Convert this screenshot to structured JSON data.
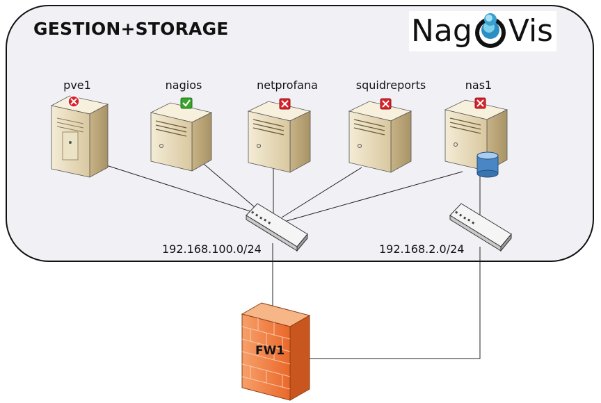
{
  "zone": {
    "title": "GESTION+STORAGE"
  },
  "logo": {
    "text_left": "Nag",
    "text_right": "Vis"
  },
  "hosts": [
    {
      "name": "pve1",
      "status": "critical",
      "status_icon": "red-x-icon"
    },
    {
      "name": "nagios",
      "status": "ok",
      "status_icon": "green-check-icon"
    },
    {
      "name": "netprofana",
      "status": "critical",
      "status_icon": "red-x-icon"
    },
    {
      "name": "squidreports",
      "status": "critical",
      "status_icon": "red-x-icon"
    },
    {
      "name": "nas1",
      "status": "critical",
      "status_icon": "red-x-icon"
    }
  ],
  "networks": [
    {
      "label": "192.168.100.0/24"
    },
    {
      "label": "192.168.2.0/24"
    }
  ],
  "firewall": {
    "label": "FW1"
  },
  "colors": {
    "status_ok": "#3aa52b",
    "status_critical": "#d8232a",
    "firewall": "#ee7a3a",
    "server_body": "#e8dcc0"
  }
}
